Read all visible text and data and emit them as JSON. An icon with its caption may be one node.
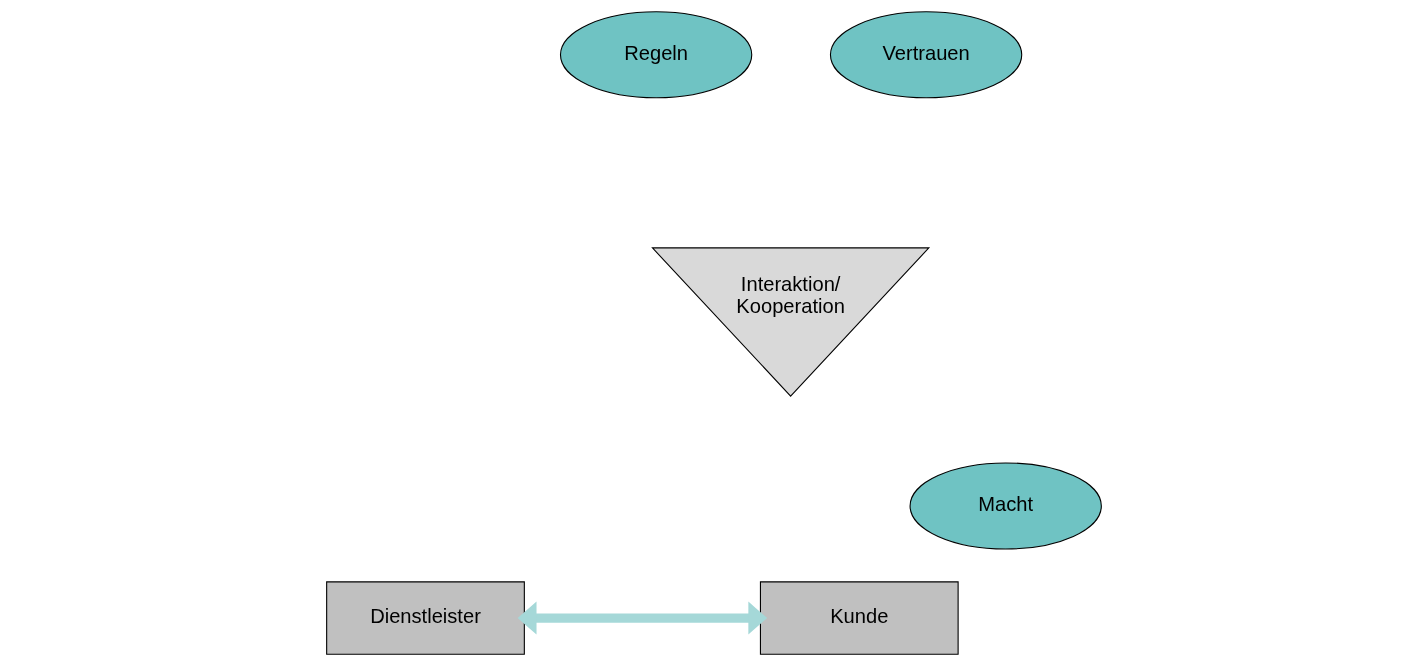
{
  "diagram": {
    "nodes": [
      {
        "text": [
          "Regeln"
        ]
      },
      {
        "text": [
          "Vertrauen"
        ]
      },
      {
        "text": [
          "Interaktion/ Kooperation"
        ]
      },
      {
        "text": [
          "Dienstleister"
        ]
      },
      {
        "text": [
          "Kunde"
        ]
      },
      {
        "text": [
          "Macht"
        ]
      }
    ],
    "edges": [
      {
        "from": 3,
        "to": 4,
        "arrow": "both",
        "color": "#a5d8d8"
      }
    ]
  }
}
